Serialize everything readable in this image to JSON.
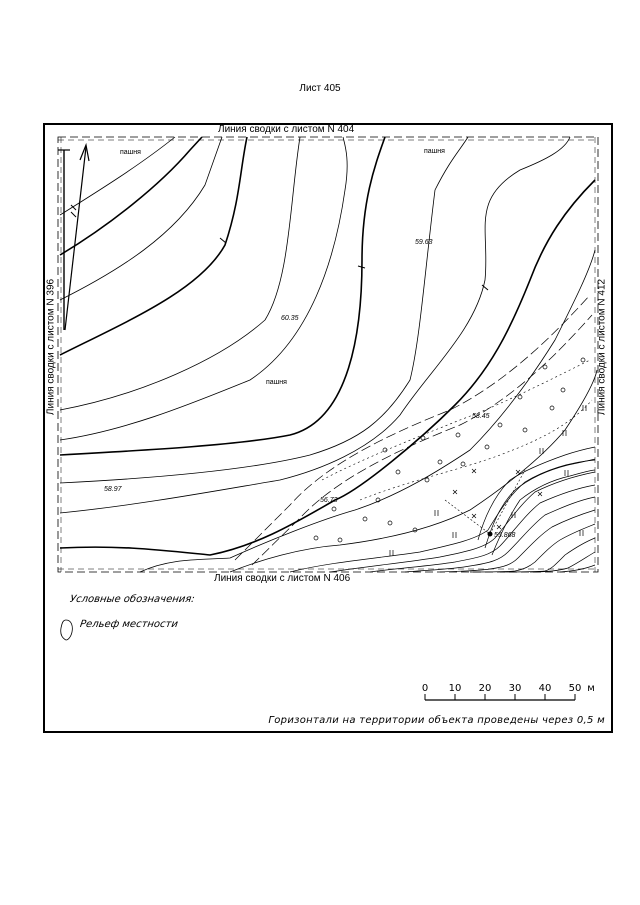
{
  "sheet": {
    "title": "Лист 405"
  },
  "edges": {
    "top": "Линия сводки с листом N 404",
    "bottom": "Линия сводки с листом N 406",
    "left": "Линия сводки с листом N 396",
    "right": "Линия сводки с листом N 412"
  },
  "elevations": [
    "59.63",
    "60.35",
    "58.97",
    "58.45",
    "56.73",
    "55.868"
  ],
  "land_labels": [
    "пашня",
    "пашня",
    "пашня"
  ],
  "legend": {
    "title": "Условные обозначения:",
    "items": [
      {
        "icon": "relief-icon",
        "label": "Рельеф местности"
      }
    ]
  },
  "scale_bar": {
    "ticks": [
      "0",
      "10",
      "20",
      "30",
      "40",
      "50"
    ],
    "unit": "м"
  },
  "footnote": "Горизонтали на территории объекта проведены через 0,5 м"
}
